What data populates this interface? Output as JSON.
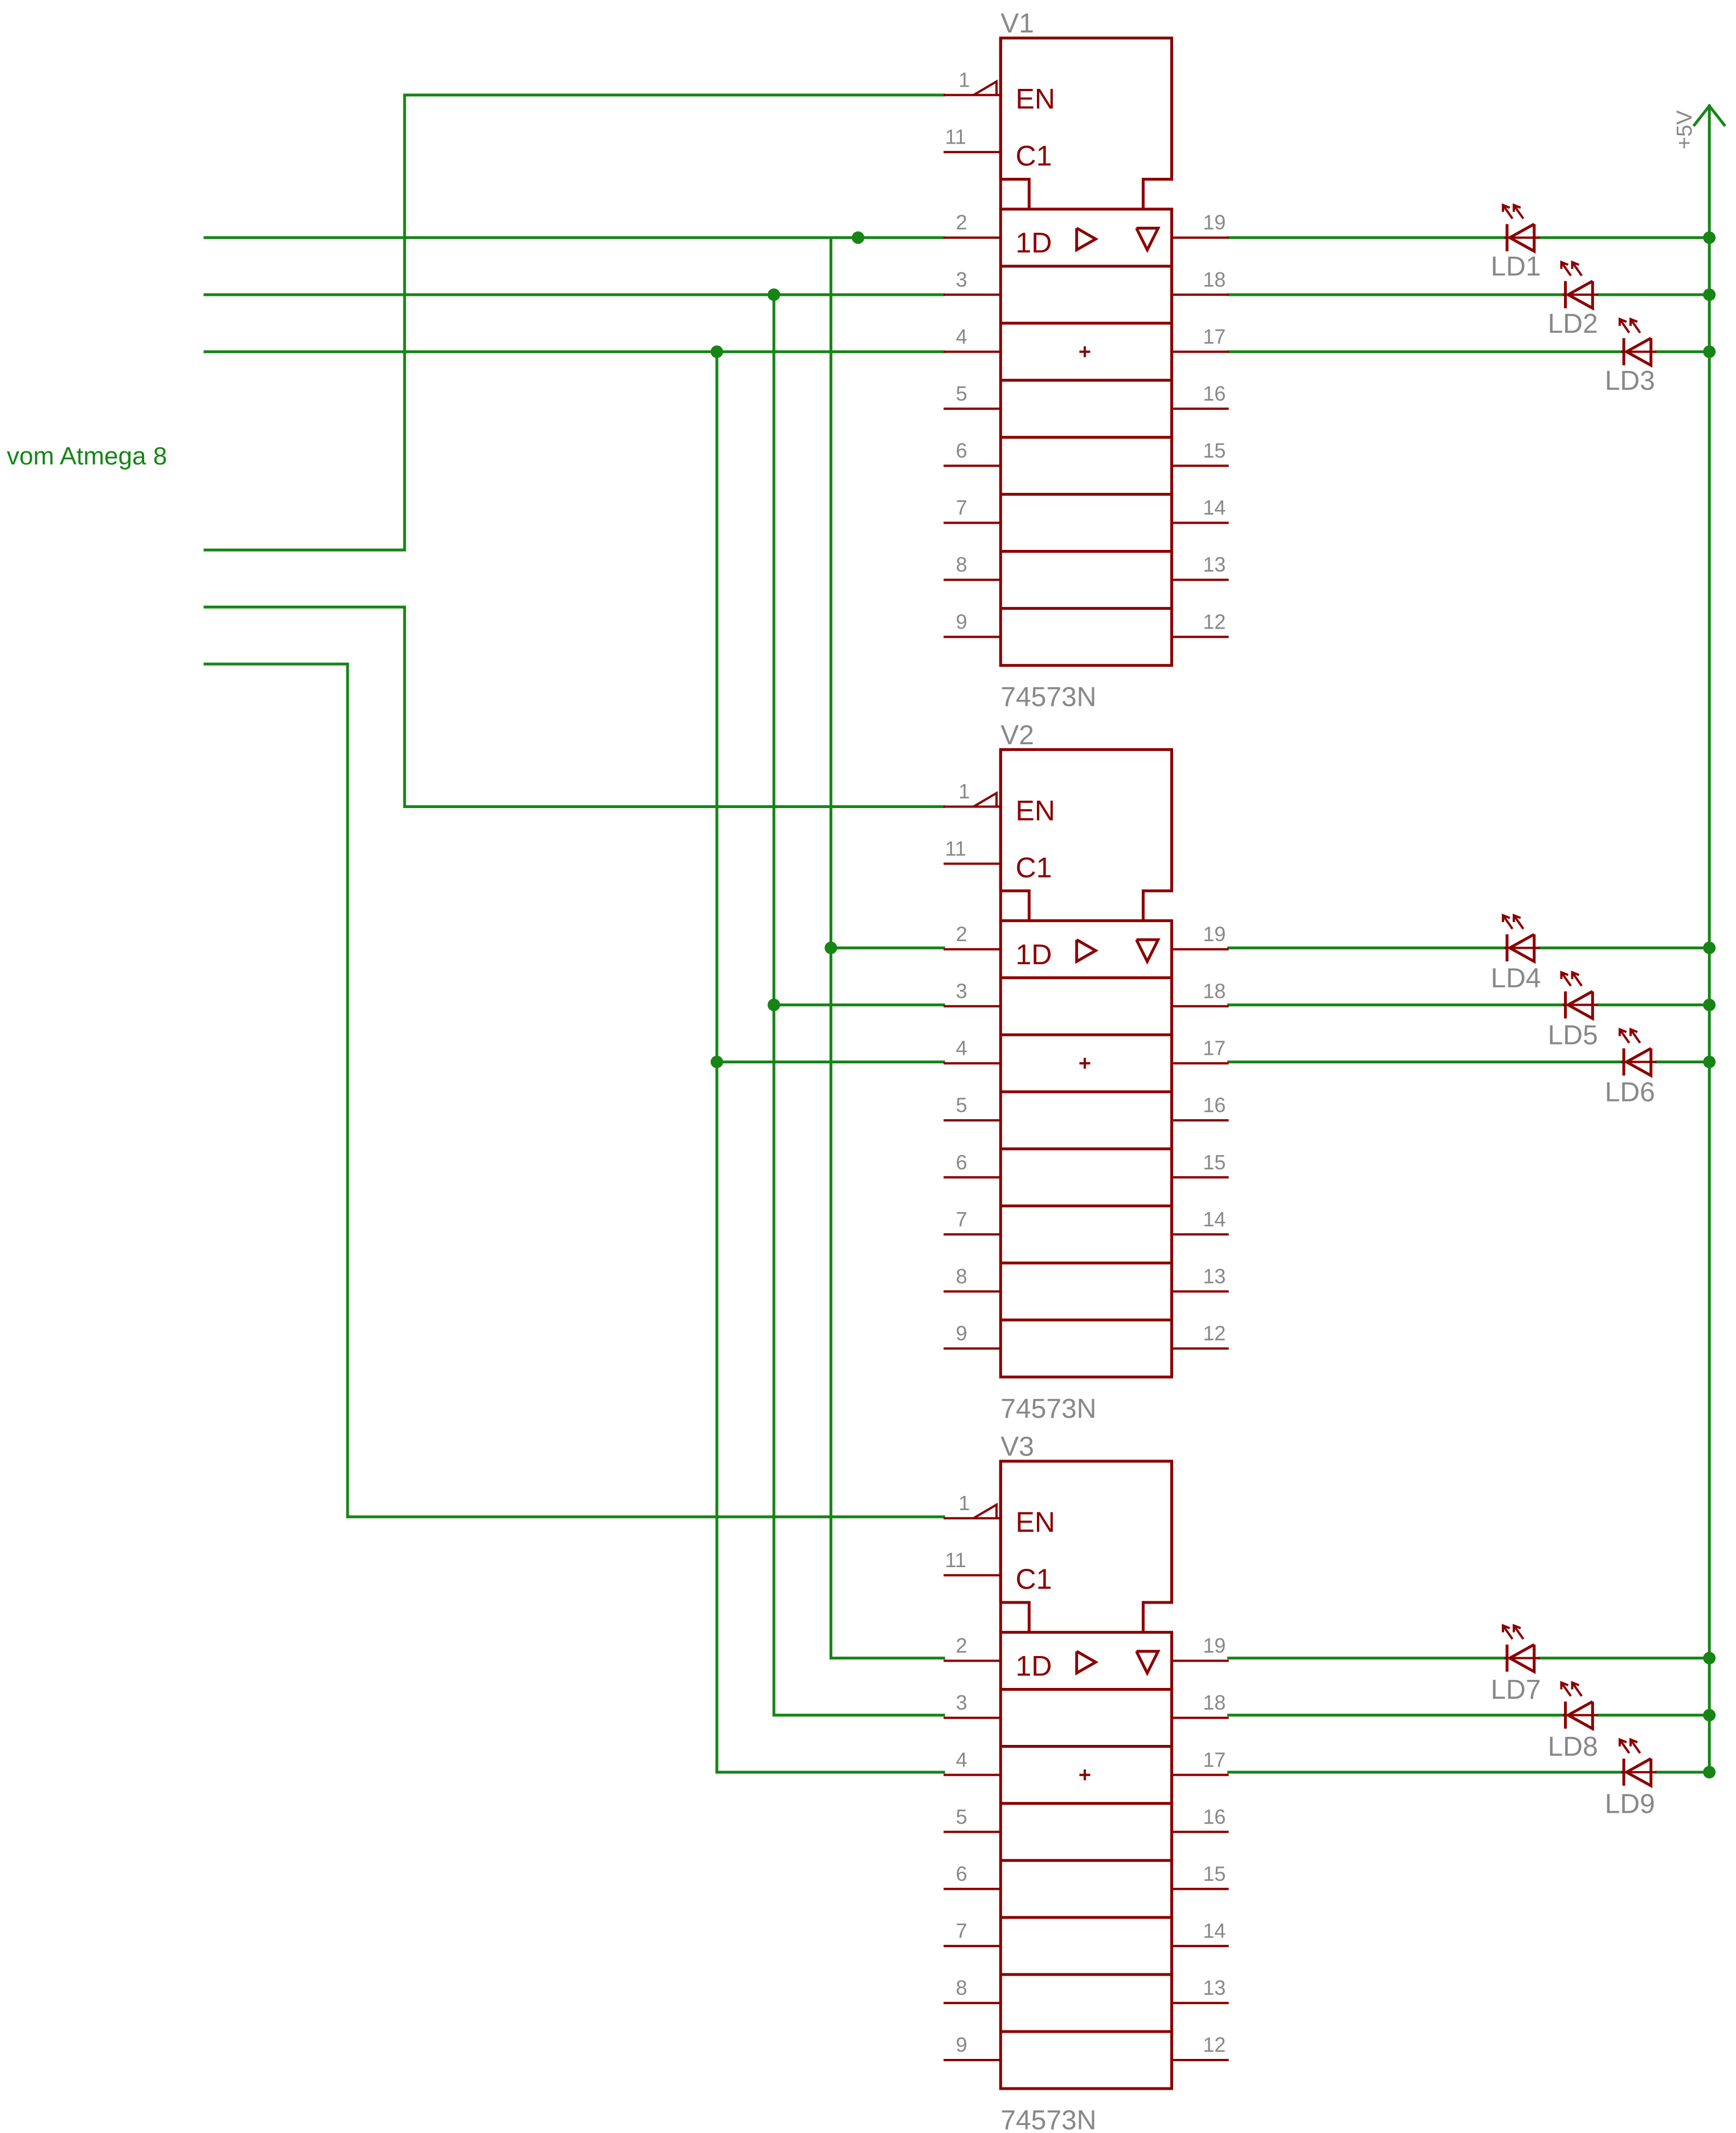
{
  "colors": {
    "wire": "#168516",
    "part": "#8b0000",
    "muted": "#888888"
  },
  "net_label": "vom Atmega 8",
  "supply_label": "+5V",
  "chips": [
    {
      "name": "V1",
      "type": "74573N",
      "en_label": "EN",
      "c1_label": "C1",
      "d_label": "1D",
      "en_pin": "1",
      "c1_pin": "11",
      "left_pins": [
        "2",
        "3",
        "4",
        "5",
        "6",
        "7",
        "8",
        "9"
      ],
      "right_pins": [
        "19",
        "18",
        "17",
        "16",
        "15",
        "14",
        "13",
        "12"
      ]
    },
    {
      "name": "V2",
      "type": "74573N",
      "en_label": "EN",
      "c1_label": "C1",
      "d_label": "1D",
      "en_pin": "1",
      "c1_pin": "11",
      "left_pins": [
        "2",
        "3",
        "4",
        "5",
        "6",
        "7",
        "8",
        "9"
      ],
      "right_pins": [
        "19",
        "18",
        "17",
        "16",
        "15",
        "14",
        "13",
        "12"
      ]
    },
    {
      "name": "V3",
      "type": "74573N",
      "en_label": "EN",
      "c1_label": "C1",
      "d_label": "1D",
      "en_pin": "1",
      "c1_pin": "11",
      "left_pins": [
        "2",
        "3",
        "4",
        "5",
        "6",
        "7",
        "8",
        "9"
      ],
      "right_pins": [
        "19",
        "18",
        "17",
        "16",
        "15",
        "14",
        "13",
        "12"
      ]
    }
  ],
  "leds": [
    "LD1",
    "LD2",
    "LD3",
    "LD4",
    "LD5",
    "LD6",
    "LD7",
    "LD8",
    "LD9"
  ]
}
